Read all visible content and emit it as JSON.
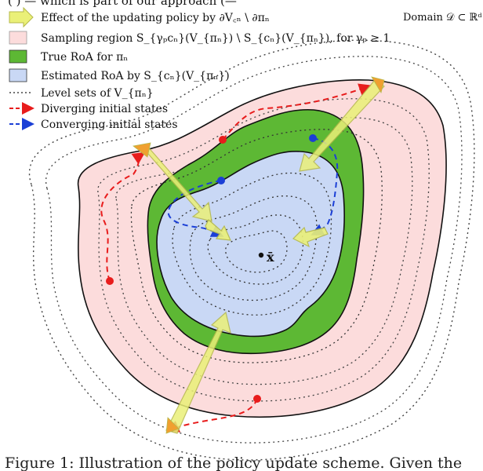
{
  "header_fragment": "(               ) — which is part of our approach (—",
  "domain_label": "Domain 𝒟 ⊂ ℝᵈ",
  "legend": {
    "policy_effect": "Effect of the updating policy by ∂V꜀ₙ \\ ∂πₙ",
    "sampling_region": "Sampling region S_{γₚcₙ}(V_{πₙ}) \\ S_{cₙ}(V_{πₙ}), for γₚ ≥ 1",
    "true_roa": "True RoA for πₙ",
    "estimated_roa": "Estimated RoA by S_{cₙ}(V_{πₙ})",
    "level_sets": "Level sets of V_{πₙ}",
    "diverging": "Diverging initial states",
    "converging": "Converging initial states"
  },
  "equilibrium_label": "x̄",
  "caption_fragment": "Figure 1: Illustration of the policy update scheme. Given the",
  "colors": {
    "sampling": "#fcdcdc",
    "true_roa": "#5db834",
    "estimated_roa": "#c9d8f5",
    "arrow_fill": "#eaf078",
    "arrow_stroke": "#b5b84a",
    "diverging": "#e81c1c",
    "converging": "#1b3fd6"
  }
}
